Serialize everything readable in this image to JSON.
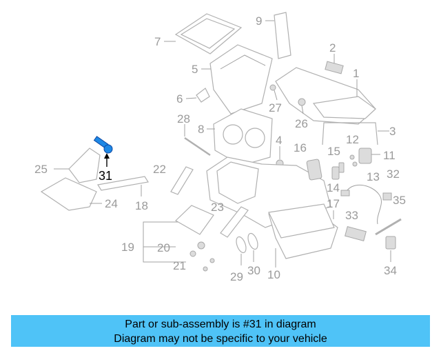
{
  "diagram": {
    "callouts": [
      "1",
      "2",
      "3",
      "4",
      "5",
      "6",
      "7",
      "8",
      "9",
      "10",
      "11",
      "12",
      "13",
      "14",
      "15",
      "16",
      "17",
      "18",
      "19",
      "20",
      "21",
      "22",
      "23",
      "24",
      "25",
      "26",
      "27",
      "28",
      "29",
      "30",
      "31",
      "32",
      "33",
      "34",
      "35"
    ],
    "highlighted": "31"
  },
  "banner": {
    "line1": "Part or sub-assembly is #31 in diagram",
    "line2": "Diagram may not be specific to your vehicle"
  },
  "colors": {
    "banner_bg": "#4fc3f7",
    "callout_text": "#9a9a9a",
    "highlight_text": "#000000",
    "highlight_part": "#1e88e5"
  }
}
